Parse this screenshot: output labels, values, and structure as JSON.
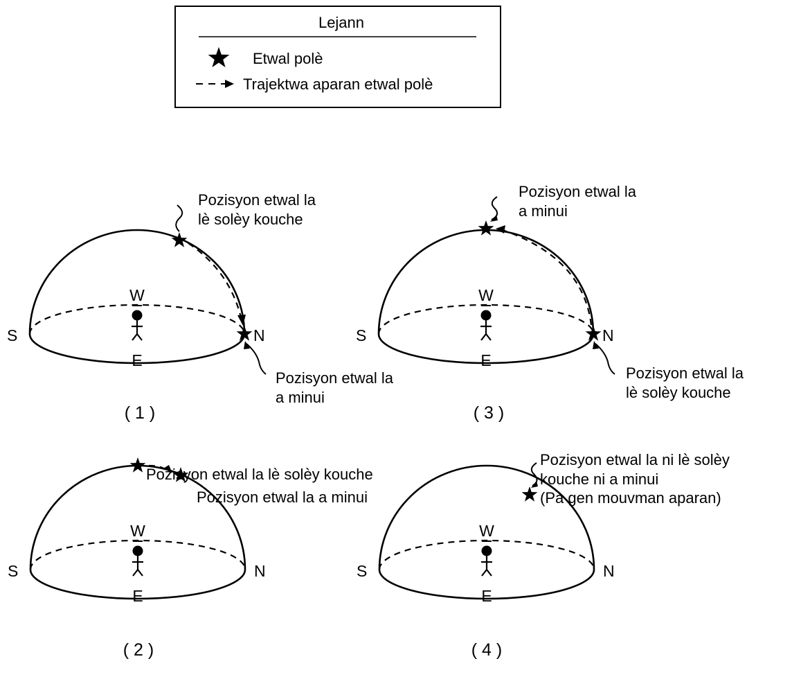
{
  "legend": {
    "title": "Lejann",
    "star_label": "Etwal polè",
    "path_label": "Trajektwa aparan etwal polè"
  },
  "directions": {
    "west": "W",
    "east": "E",
    "south": "S",
    "north": "N"
  },
  "panels": [
    {
      "caption": "( 1 )",
      "note_a": [
        "Pozisyon etwal la",
        "lè solèy kouche"
      ],
      "note_b": [
        "Pozisyon etwal la",
        "a minui"
      ]
    },
    {
      "caption": "( 3 )",
      "note_a": [
        "Pozisyon etwal la",
        "a minui"
      ],
      "note_b": [
        "Pozisyon etwal la",
        "lè solèy kouche"
      ]
    },
    {
      "caption": "( 2 )",
      "note_a": [
        "Pozisyon etwal la lè solèy kouche"
      ],
      "note_b": [
        "Pozisyon etwal la a minui"
      ]
    },
    {
      "caption": "( 4 )",
      "note_a": [
        "Pozisyon etwal la ni lè solèy",
        "kouche ni a minui",
        "(Pa gen mouvman aparan)"
      ]
    }
  ],
  "icons": [
    "star-icon",
    "observer-icon",
    "arrow-head-icon"
  ]
}
